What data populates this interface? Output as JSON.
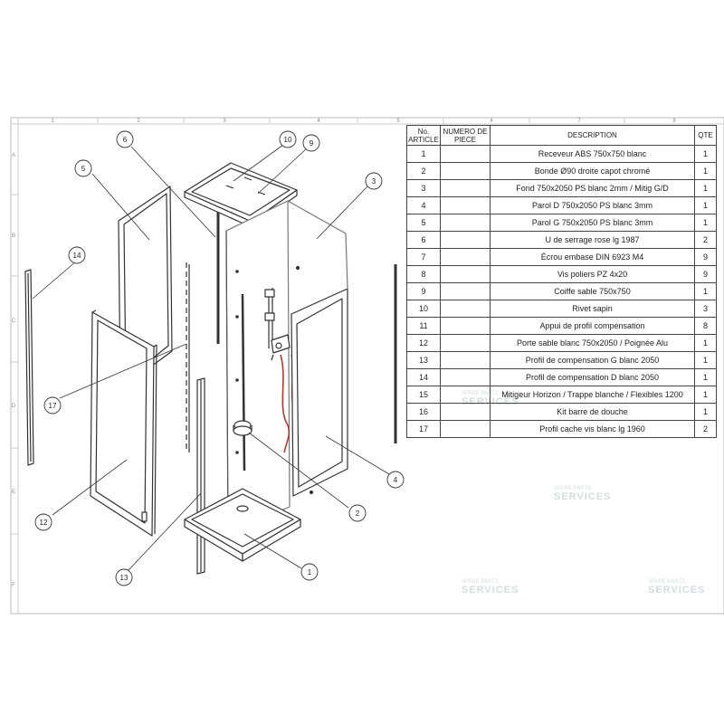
{
  "border": {
    "columns": [
      "1",
      "2",
      "3",
      "4",
      "5",
      "4",
      "7",
      "8"
    ],
    "rows": [
      "A",
      "B",
      "C",
      "D",
      "E",
      "F"
    ]
  },
  "table": {
    "headers": {
      "number": "No. ARTICLE",
      "part_number": "NUMERO DE PIECE",
      "description": "DESCRIPTION",
      "qty": "QTE"
    },
    "rows": [
      {
        "no": "1",
        "part": "",
        "desc": "Receveur ABS 750x750 blanc",
        "qty": "1"
      },
      {
        "no": "2",
        "part": "",
        "desc": "Bonde Ø90 droite capot chromé",
        "qty": "1"
      },
      {
        "no": "3",
        "part": "",
        "desc": "Fond 750x2050 PS blanc 2mm / Mitig G/D",
        "qty": "1"
      },
      {
        "no": "4",
        "part": "",
        "desc": "Parol D 750x2050 PS blanc 3mm",
        "qty": "1"
      },
      {
        "no": "5",
        "part": "",
        "desc": "Parol G 750x2050 PS blanc 3mm",
        "qty": "1"
      },
      {
        "no": "6",
        "part": "",
        "desc": "U de serrage rose lg 1987",
        "qty": "2"
      },
      {
        "no": "7",
        "part": "",
        "desc": "Écrou embase DIN 6923 M4",
        "qty": "9"
      },
      {
        "no": "8",
        "part": "",
        "desc": "Vis poliers PZ 4x20",
        "qty": "9"
      },
      {
        "no": "9",
        "part": "",
        "desc": "Coiffe sable 750x750",
        "qty": "1"
      },
      {
        "no": "10",
        "part": "",
        "desc": "Rivet sapin",
        "qty": "3"
      },
      {
        "no": "11",
        "part": "",
        "desc": "Appui de profil compensation",
        "qty": "8"
      },
      {
        "no": "12",
        "part": "",
        "desc": "Porte sable blanc 750x2050 / Poignée Alu",
        "qty": "1"
      },
      {
        "no": "13",
        "part": "",
        "desc": "Profil de compensation G blanc 2050",
        "qty": "1"
      },
      {
        "no": "14",
        "part": "",
        "desc": "Profil de compensation D blanc 2050",
        "qty": "1"
      },
      {
        "no": "15",
        "part": "",
        "desc": "Mitigeur Horizon / Trappe blanche / Flexibles 1200",
        "qty": "1"
      },
      {
        "no": "16",
        "part": "",
        "desc": "Kit barre de douche",
        "qty": "1"
      },
      {
        "no": "17",
        "part": "",
        "desc": "Profil cache vis blanc lg 1960",
        "qty": "2"
      }
    ]
  },
  "balloons": [
    "1",
    "2",
    "3",
    "4",
    "5",
    "6",
    "9",
    "10",
    "12",
    "13",
    "14",
    "17"
  ],
  "watermark": {
    "line1": "SPARE PARTS",
    "line2": "SERVICES"
  },
  "colors": {
    "line": "#333333",
    "accent_red": "#b03a2e",
    "watermark": "#d8dbe0"
  }
}
